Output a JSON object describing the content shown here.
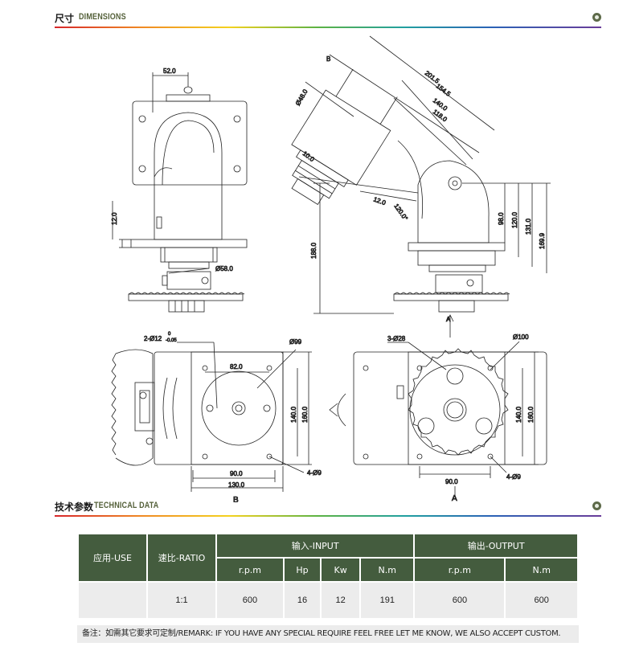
{
  "dimensions_section": {
    "zh": "尺寸",
    "en": "DIMENSIONS"
  },
  "technical_section": {
    "zh": "技术参数",
    "en": "TECHNICAL DATA"
  },
  "drawing": {
    "labels": {
      "d52": "52.0",
      "d12v": "12.0",
      "d58": "Ø58.0",
      "b_mark": "B",
      "d48": "Ø48.0",
      "d201": "201.5",
      "d154": "154.5",
      "d140a": "140.0",
      "d118": "118.0",
      "d10": "10.0",
      "d12b": "12.0",
      "d120deg": "120.0°",
      "d188": "188.0",
      "d98": "98.0",
      "d120": "120.0",
      "d131": "131.0",
      "d169": "169.9",
      "a_mark": "A",
      "d2x12": "2-Ø12",
      "tol_up": "0",
      "tol_dn": "-0.05",
      "d99": "Ø99",
      "d82": "82.0",
      "d140b": "140.0",
      "d160b": "160.0",
      "d4x9b": "4-Ø9",
      "d90b": "90.0",
      "d130": "130.0",
      "view_b": "B",
      "d3x28": "3-Ø28",
      "d100": "Ø100",
      "d140c": "140.0",
      "d160c": "160.0",
      "d4x9c": "4-Ø9",
      "d90c": "90.0",
      "view_a": "A"
    }
  },
  "table": {
    "use_header": "应用-USE",
    "ratio_header": "速比-RATIO",
    "input_header": "输入-INPUT",
    "output_header": "输出-OUTPUT",
    "sub": {
      "in_rpm": "r.p.m",
      "in_hp": "Hp",
      "in_kw": "Kw",
      "in_nm": "N.m",
      "out_rpm": "r.p.m",
      "out_nm": "N.m"
    },
    "row": {
      "use": "",
      "ratio": "1:1",
      "in_rpm": "600",
      "in_hp": "16",
      "in_kw": "12",
      "in_nm": "191",
      "out_rpm": "600",
      "out_nm": "600"
    }
  },
  "remark": "备注：如需其它要求可定制/REMARK: IF YOU HAVE ANY SPECIAL REQUIRE FEEL FREE LET ME KNOW, WE ALSO ACCEPT CUSTOM."
}
